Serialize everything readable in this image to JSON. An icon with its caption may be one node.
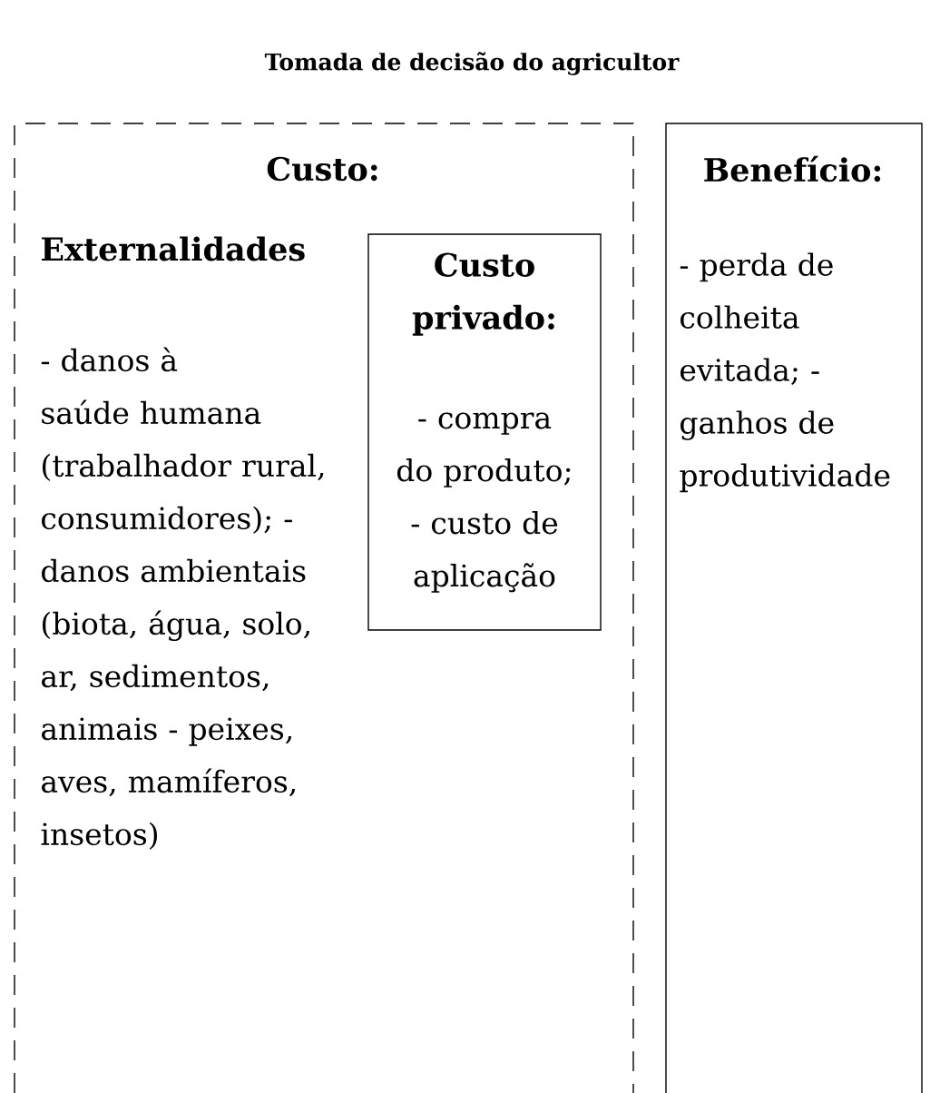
{
  "diagram": {
    "title": "Tomada de decisão do agricultor",
    "nodes": [
      {
        "text": [
          "Custo:",
          "Externalidades",
          "- danos à saúde humana (trabalhador rural, consumidores); - danos ambientais (biota, água, solo, ar, sedimentos, animais - peixes, aves, mamíferos, insetos)"
        ]
      },
      {
        "text": [
          "Custo privado:",
          "- compra do produto; - custo de aplicação"
        ],
        "in": 0
      },
      {
        "text": [
          "Benefício:",
          "- perda de colheita evitada; - ganhos de produtividade"
        ]
      }
    ],
    "edges": []
  }
}
